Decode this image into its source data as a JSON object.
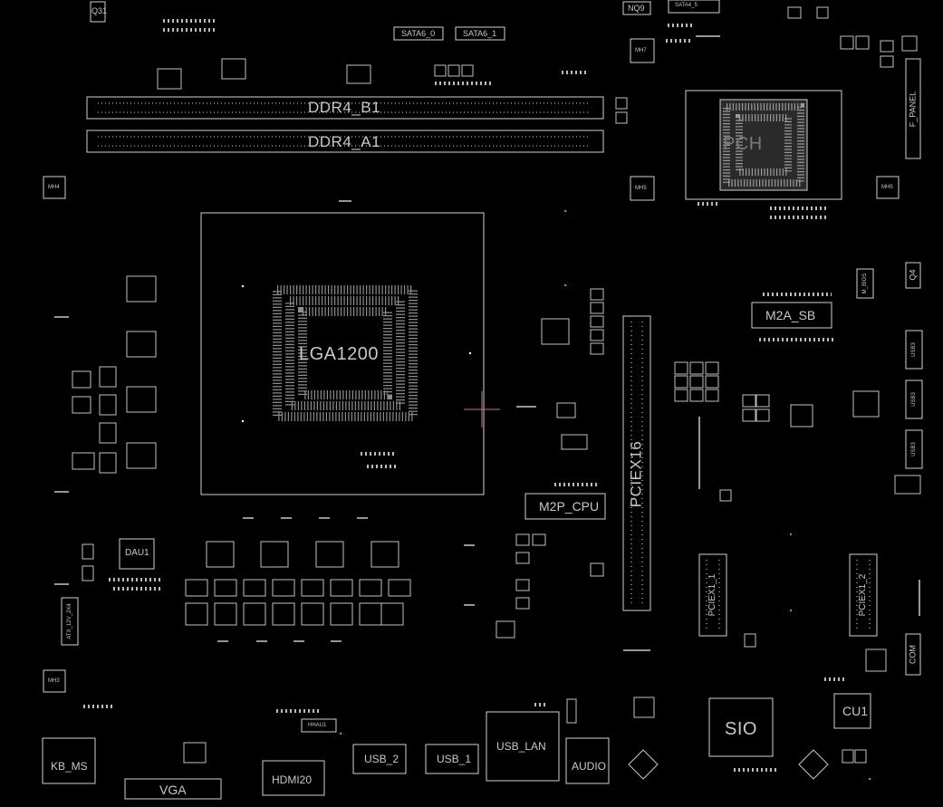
{
  "board": {
    "background": "#000000",
    "outline_color": "#d0d0d0",
    "accent_colors": {
      "cursor": "#c07a7a",
      "pad": "#ffffff",
      "via": "#2bb3a0"
    },
    "labels": {
      "q31": "Q31",
      "nq9": "NQ9",
      "sata4_5": "SATA4_5",
      "sata6_0": "SATA6_0",
      "sata6_1": "SATA6_1",
      "ddr4_b1": "DDR4_B1",
      "ddr4_a1": "DDR4_A1",
      "pch": "PCH",
      "mh7": "MH7",
      "mh5_left": "MH5",
      "mh5_right": "MH5",
      "mh4": "MH4",
      "mh3": "MH3",
      "lga": "LGA1200",
      "m2a_sb": "M2A_SB",
      "m2p_cpu": "M2P_CPU",
      "pciex16": "PCIEX16",
      "pciex1_1": "PCIEX1_1",
      "pciex1_2": "PCIEX1_2",
      "q4": "Q4",
      "f_panel": "F_PANEL",
      "dau1": "DAU1",
      "sio": "SIO",
      "cu1": "CU1",
      "com": "COM",
      "kb_ms": "KB_MS",
      "vga": "VGA",
      "hdmi": "HDMI20",
      "usb_lan": "USB_LAN",
      "usb2": "USB_2",
      "usb1": "USB_1",
      "audio": "AUDIO",
      "hhau1": "HHAU1",
      "atx_12v": "ATX_12V_2X4",
      "m_bios": "M_BIOS",
      "usb3_1": "USB3",
      "usb3_2": "USB3",
      "usb3_3": "USB3"
    }
  }
}
